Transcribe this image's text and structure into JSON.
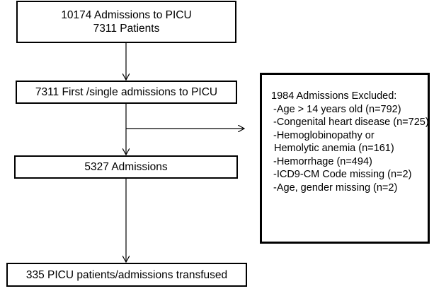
{
  "flowchart": {
    "step1": {
      "line1": "10174 Admissions to PICU",
      "line2": "7311 Patients"
    },
    "step2": {
      "label": "7311 First /single admissions to PICU"
    },
    "step3": {
      "label": "5327 Admissions"
    },
    "step4": {
      "label": "335 PICU patients/admissions transfused"
    },
    "exclusion": {
      "title": "1984 Admissions Excluded:",
      "items": [
        "-Age > 14 years old  (n=792)",
        "-Congenital heart disease (n=725)",
        "-Hemoglobinopathy or",
        " Hemolytic anemia (n=161)",
        "-Hemorrhage (n=494)",
        "-ICD9-CM Code missing (n=2)",
        "-Age, gender missing (n=2)"
      ]
    }
  }
}
